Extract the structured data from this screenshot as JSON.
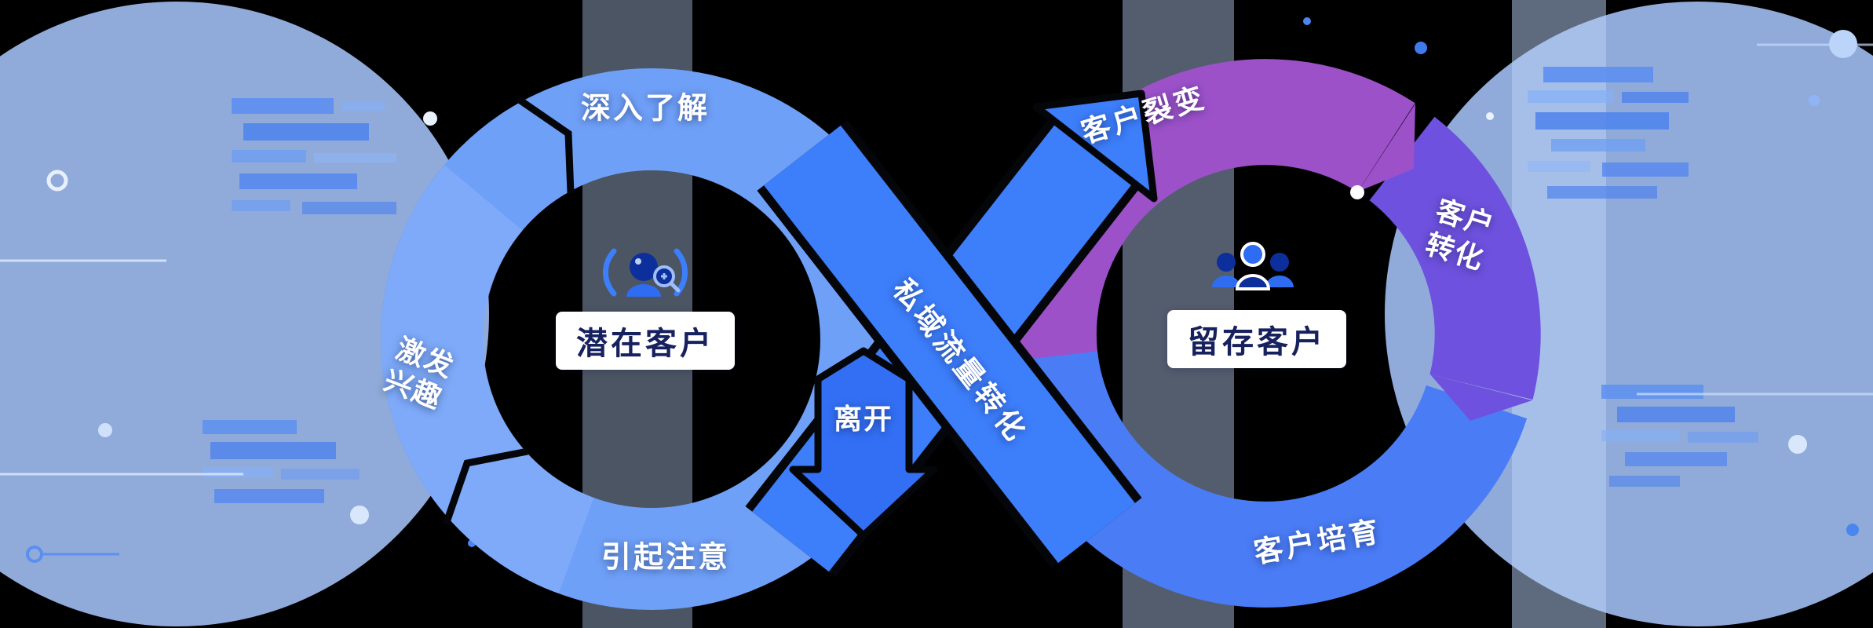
{
  "canvas": {
    "background": "#000000"
  },
  "left_cycle": {
    "center_label": "潜在客户",
    "stage_top": "深入了解",
    "stage_left_line1": "激发",
    "stage_left_line2": "兴趣",
    "stage_bottom": "引起注意",
    "ring_color": "#6FA0F8",
    "ring_highlight_color": "#8DB3FA"
  },
  "right_cycle": {
    "center_label": "留存客户",
    "stage_fission": "客户裂变",
    "stage_conversion_line1": "客户",
    "stage_conversion_line2": "转化",
    "stage_nurture": "客户培育",
    "fission_color": "#9C51C9",
    "conversion_color": "#6E51DE",
    "nurture_color": "#4A7CF6"
  },
  "flow": {
    "transfer_label": "私域流量转化",
    "leave_label": "离开",
    "band_color": "#3D7EFB",
    "leave_arrow_color": "#336FF4"
  },
  "decor": {
    "big_circle_color": "#A4C3F7",
    "bar_color": "#BCD4FA"
  },
  "icons": {
    "prospect_center": "search-user-icon",
    "retained_center": "user-group-icon"
  }
}
